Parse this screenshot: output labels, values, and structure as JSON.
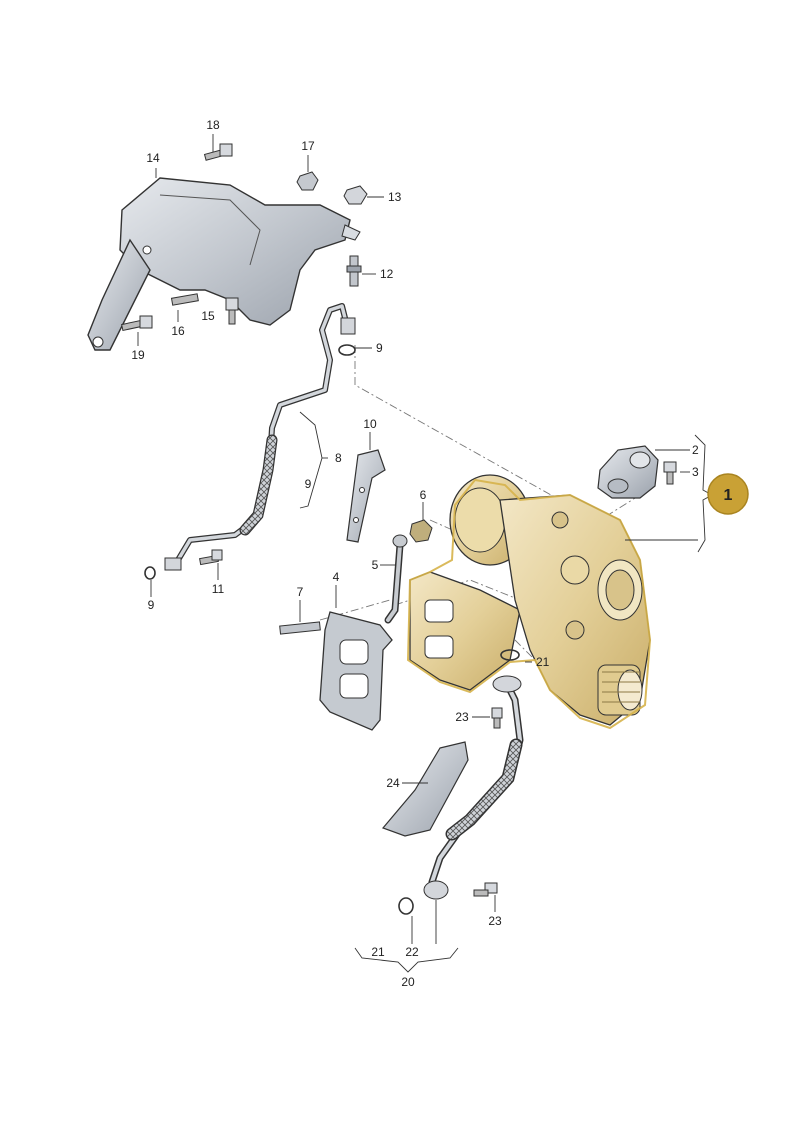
{
  "badge": {
    "text": "1",
    "color": "#c9a135"
  },
  "colors": {
    "highlight_part": "#e8d7a7",
    "highlight_outline": "#d6b24a",
    "grey_part": "#c8ccd2",
    "line": "#444444"
  },
  "callouts": {
    "l2": "2",
    "l3": "3",
    "l4": "4",
    "l5": "5",
    "l6": "6",
    "l7": "7",
    "l8": "8",
    "l9a": "9",
    "l9b": "9",
    "l9c": "9",
    "l10": "10",
    "l11": "11",
    "l12": "12",
    "l13": "13",
    "l14": "14",
    "l15": "15",
    "l16": "16",
    "l17": "17",
    "l18": "18",
    "l19": "19",
    "l20": "20",
    "l21a": "21",
    "l21b": "21",
    "l22": "22",
    "l23a": "23",
    "l23b": "23",
    "l24": "24"
  },
  "icons": {
    "turbocharger": "turbocharger-icon",
    "heat_shield": "heat-shield-icon",
    "oil_feed_pipe": "oil-feed-pipe-icon",
    "oil_return_pipe": "oil-return-pipe-icon",
    "gasket": "gasket-icon",
    "support_bracket": "support-bracket-icon",
    "wastegate_actuator": "wastegate-actuator-icon"
  }
}
